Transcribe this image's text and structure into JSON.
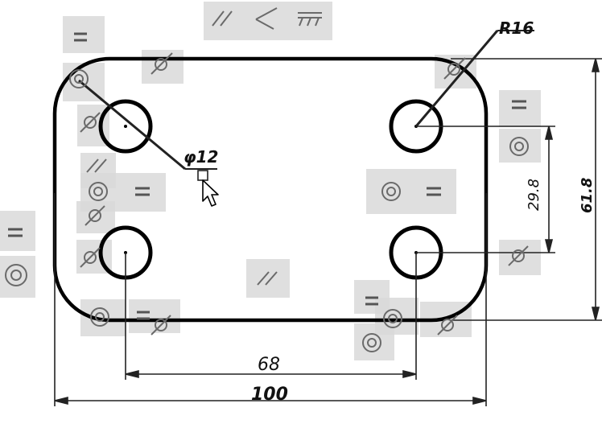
{
  "dimensions": {
    "radius": "R16",
    "hole_dia": "φ12",
    "hole_spacing_x": "68",
    "overall_width": "100",
    "hole_spacing_y": "29.8",
    "overall_height": "61.8"
  },
  "colors": {
    "geometry": "#000000",
    "dimension": "#222222",
    "constraint_bg": "#d8d8d8",
    "constraint_fg": "#6a6a6a"
  },
  "constraint_icons": [
    "parallel-icon",
    "perpendicular-icon",
    "horizontal-icon",
    "equal-icon",
    "tangent-icon",
    "concentric-icon",
    "mouse-cursor-icon"
  ]
}
